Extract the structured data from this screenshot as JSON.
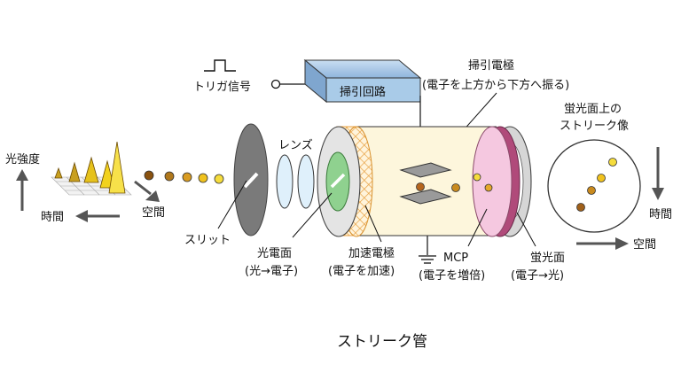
{
  "labels": {
    "trigger": "トリガ信号",
    "sweep_circuit": "掃引回路",
    "sweep_electrode_line1": "掃引電極",
    "sweep_electrode_line2": "(電子を上方から下方へ振る)",
    "screen_image_line1": "蛍光面上の",
    "screen_image_line2": "ストリーク像",
    "light_intensity": "光強度",
    "time_left": "時間",
    "space_left": "空間",
    "slit": "スリット",
    "lens": "レンズ",
    "photocathode_line1": "光電面",
    "photocathode_line2": "(光→電子)",
    "accel_line1": "加速電極",
    "accel_line2": "(電子を加速)",
    "mcp_line1": "MCP",
    "mcp_line2": "(電子を増倍)",
    "phosphor_line1": "蛍光面",
    "phosphor_line2": "(電子→光)",
    "time_right": "時間",
    "space_right": "空間"
  },
  "caption": "ストリーク管",
  "colors": {
    "photon": "#f5dc3c",
    "electron": "#b5651d",
    "tube_body": "#fdf6dc",
    "photocathode": "#8fd18f",
    "accel_mesh": "#e8a040",
    "mcp": "#f5c8e0",
    "phosphor_rim": "#b04a7a",
    "sweep_box": "#a9cbe8"
  }
}
